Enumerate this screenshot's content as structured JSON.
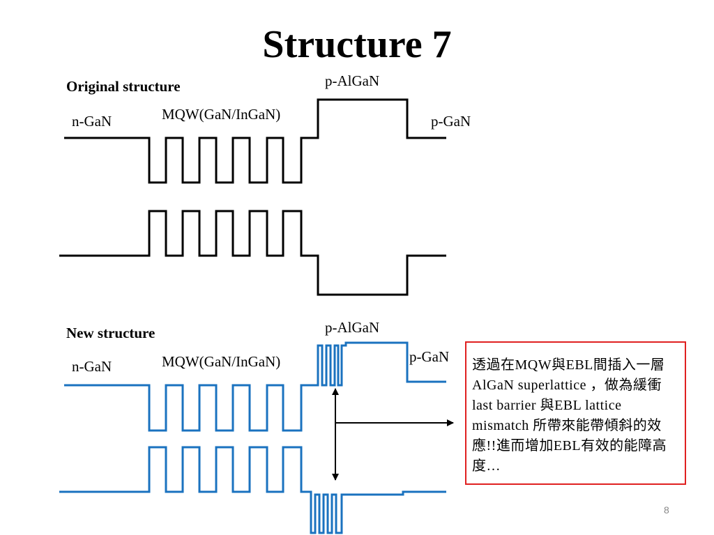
{
  "slide": {
    "title": "Structure 7",
    "page_number": "8"
  },
  "original": {
    "heading": "Original structure",
    "n_label": "n-GaN",
    "mqw_label": "MQW(GaN/InGaN)",
    "ebl_label": "p-AlGaN",
    "p_label": "p-GaN",
    "line_color": "#000000"
  },
  "new": {
    "heading": "New structure",
    "n_label": "n-GaN",
    "mqw_label": "MQW(GaN/InGaN)",
    "ebl_label": "p-AlGaN",
    "p_label": "p-GaN",
    "line_color": "#1a72bf"
  },
  "note": {
    "text": "透過在MQW與EBL間插入一層AlGaN superlattice ，做為緩衝last barrier 與EBL lattice mismatch 所帶來能帶傾斜的效應!!進而增加EBL有效的能障高度…",
    "border_color": "#e02020"
  }
}
